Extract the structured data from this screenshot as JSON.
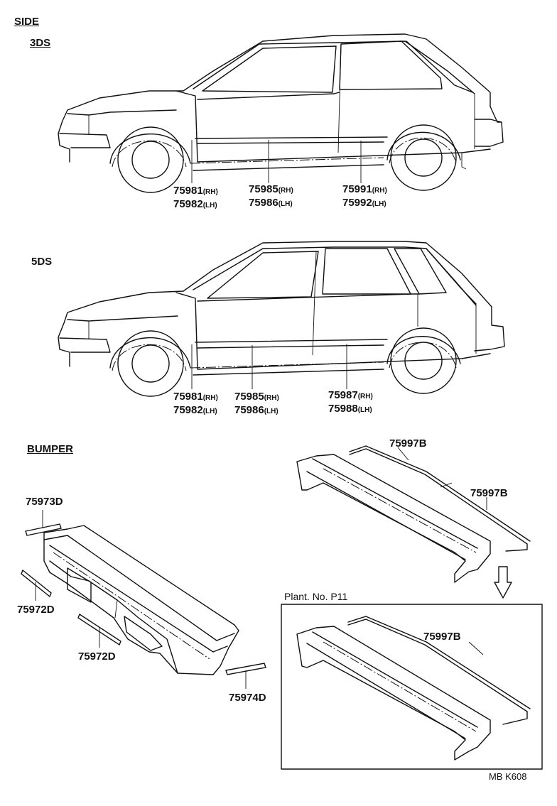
{
  "headers": {
    "side": "SIDE",
    "three_door": "3DS",
    "five_door": "5DS",
    "bumper": "BUMPER",
    "plant": "Plant. No. P11",
    "doc_code": "MB K608"
  },
  "callouts_3ds": [
    {
      "top": "75981",
      "top_side": "(RH)",
      "bottom": "75982",
      "bottom_side": "(LH)"
    },
    {
      "top": "75985",
      "top_side": "(RH)",
      "bottom": "75986",
      "bottom_side": "(LH)"
    },
    {
      "top": "75991",
      "top_side": "(RH)",
      "bottom": "75992",
      "bottom_side": "(LH)"
    }
  ],
  "callouts_5ds": [
    {
      "top": "75981",
      "top_side": "(RH)",
      "bottom": "75982",
      "bottom_side": "(LH)"
    },
    {
      "top": "75985",
      "top_side": "(RH)",
      "bottom": "75986",
      "bottom_side": "(LH)"
    },
    {
      "top": "75987",
      "top_side": "(RH)",
      "bottom": "75988",
      "bottom_side": "(LH)"
    }
  ],
  "bumper_parts": {
    "front_top": "75973D",
    "front_left": "75972D",
    "front_lower": "75972D",
    "front_right": "75974D",
    "rear_top": "75997B",
    "rear_right": "75997B",
    "plant_part": "75997B"
  }
}
